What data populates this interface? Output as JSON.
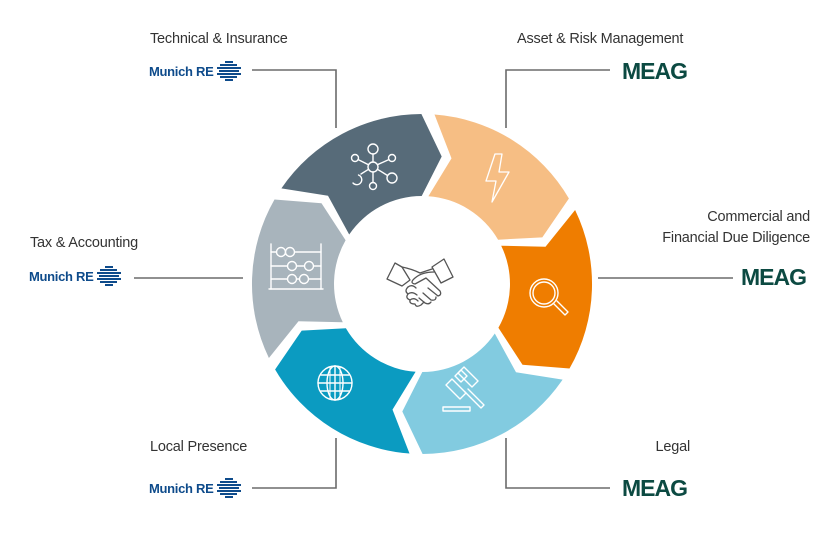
{
  "diagram": {
    "center": {
      "icon": "handshake-icon",
      "color": "#555555"
    },
    "segments": [
      {
        "name": "technical-insurance",
        "icon": "network-icon",
        "color": "#576b79"
      },
      {
        "name": "asset-risk-management",
        "icon": "lightning-icon",
        "color": "#f6be84"
      },
      {
        "name": "commercial-financial-due-diligence",
        "icon": "magnifier-icon",
        "color": "#ef7d00"
      },
      {
        "name": "legal",
        "icon": "gavel-icon",
        "color": "#82cbe0"
      },
      {
        "name": "local-presence",
        "icon": "globe-icon",
        "color": "#0b9bc1"
      },
      {
        "name": "tax-accounting",
        "icon": "abacus-icon",
        "color": "#a8b4bc"
      }
    ],
    "connector_color": "#6b6b6b"
  },
  "labels": {
    "technical": "Technical & Insurance",
    "asset": "Asset & Risk Management",
    "commercial_line1": "Commercial and",
    "commercial_line2": "Financial Due Diligence",
    "tax": "Tax & Accounting",
    "local": "Local Presence",
    "legal": "Legal"
  },
  "logos": {
    "munich_re": {
      "text": "Munich RE",
      "color": "#0e4b8b"
    },
    "meag": {
      "text": "MEAG",
      "color": "#0c4a42"
    }
  }
}
